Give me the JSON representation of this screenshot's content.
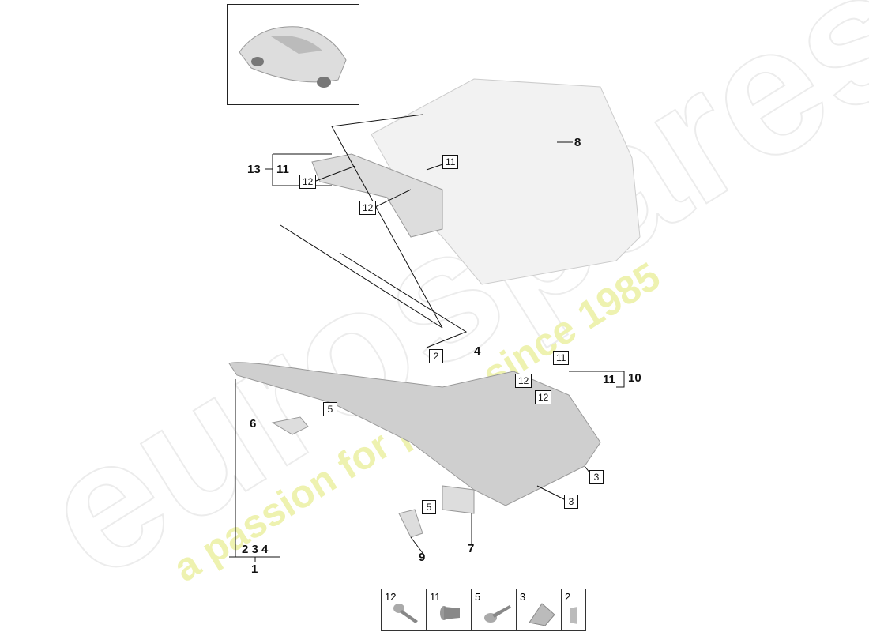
{
  "watermark": {
    "brand": "eurospares",
    "tagline": "a passion for parts since 1985",
    "tagline_color": "#e9ef9a"
  },
  "callouts": {
    "c8": "8",
    "c11_top": "11",
    "c13": "13",
    "c11_group": "11",
    "c12_a": "12",
    "c12_b": "12",
    "c2": "2",
    "c4": "4",
    "c11_box": "11",
    "c11_right": "11",
    "c10": "10",
    "c12_c": "12",
    "c12_d": "12",
    "c5_a": "5",
    "c6": "6",
    "c3_a": "3",
    "c3_b": "3",
    "c5_b": "5",
    "c7": "7",
    "c9": "9",
    "c234": "2 3 4",
    "c1": "1"
  },
  "legend": [
    {
      "label": "12",
      "icon": "screw-flange-icon"
    },
    {
      "label": "11",
      "icon": "expanding-rivet-icon"
    },
    {
      "label": "5",
      "icon": "tapping-screw-icon"
    },
    {
      "label": "3",
      "icon": "clip-nut-icon"
    },
    {
      "label": "2",
      "icon": "clip-icon"
    }
  ]
}
